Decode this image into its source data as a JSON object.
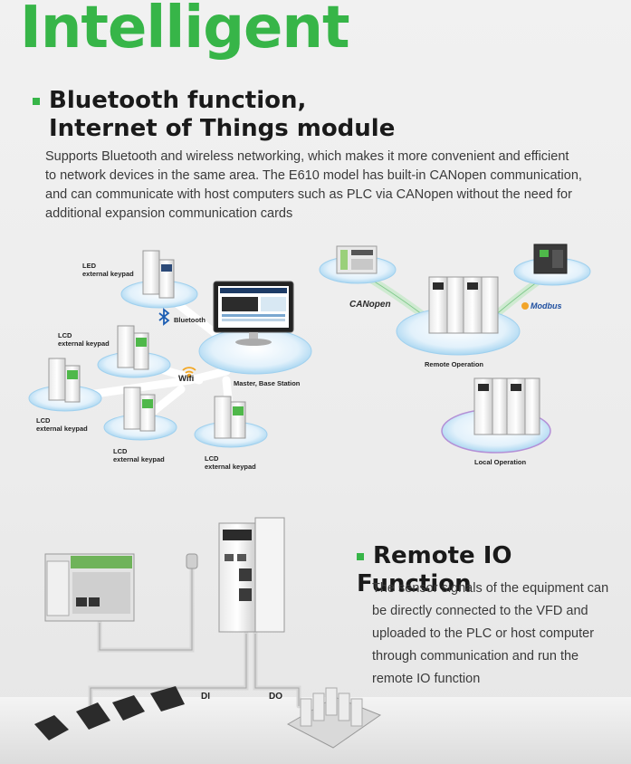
{
  "page": {
    "title": "Intelligent"
  },
  "bluetooth_section": {
    "heading_line1": "Bluetooth function,",
    "heading_line2": "Internet of Things module",
    "description_line1": "Supports Bluetooth and wireless networking, which makes it more convenient and efficient",
    "description_line2": "to network devices in the same area. The E610 model has built-in CANopen communication,",
    "description_line3": "and can communicate with host computers such as PLC via CANopen without the need for",
    "description_line4": "additional expansion communication cards"
  },
  "network_diagram": {
    "led_keypad_line1": "LED",
    "led_keypad_line2": "external keypad",
    "bluetooth_label": "Bluetooth",
    "lcd_keypad_a_line1": "LCD",
    "lcd_keypad_a_line2": "external keypad",
    "wifi_label": "Wifi",
    "master_label": "Master, Base Station",
    "lcd_keypad_b_line1": "LCD",
    "lcd_keypad_b_line2": "external keypad",
    "lcd_keypad_c_line1": "LCD",
    "lcd_keypad_c_line2": "external keypad",
    "lcd_keypad_d_line1": "LCD",
    "lcd_keypad_d_line2": "external keypad"
  },
  "canopen_diagram": {
    "canopen_logo": "CANopen",
    "modbus_logo": "Modbus",
    "remote_operation_label": "Remote Operation",
    "local_operation_label": "Local Operation"
  },
  "remote_io_section": {
    "heading": "Remote IO Function",
    "description_line1": "The sensor signals of the equipment can",
    "description_line2": "be directly connected to the VFD and",
    "description_line3": "uploaded to the PLC or host computer",
    "description_line4": "through communication and run the",
    "description_line5": "remote IO function",
    "di_label": "DI",
    "do_label": "DO"
  },
  "colors": {
    "accent_green": "#37b548",
    "platform_blue": "#cfe8f7",
    "link_white": "#ffffff"
  }
}
